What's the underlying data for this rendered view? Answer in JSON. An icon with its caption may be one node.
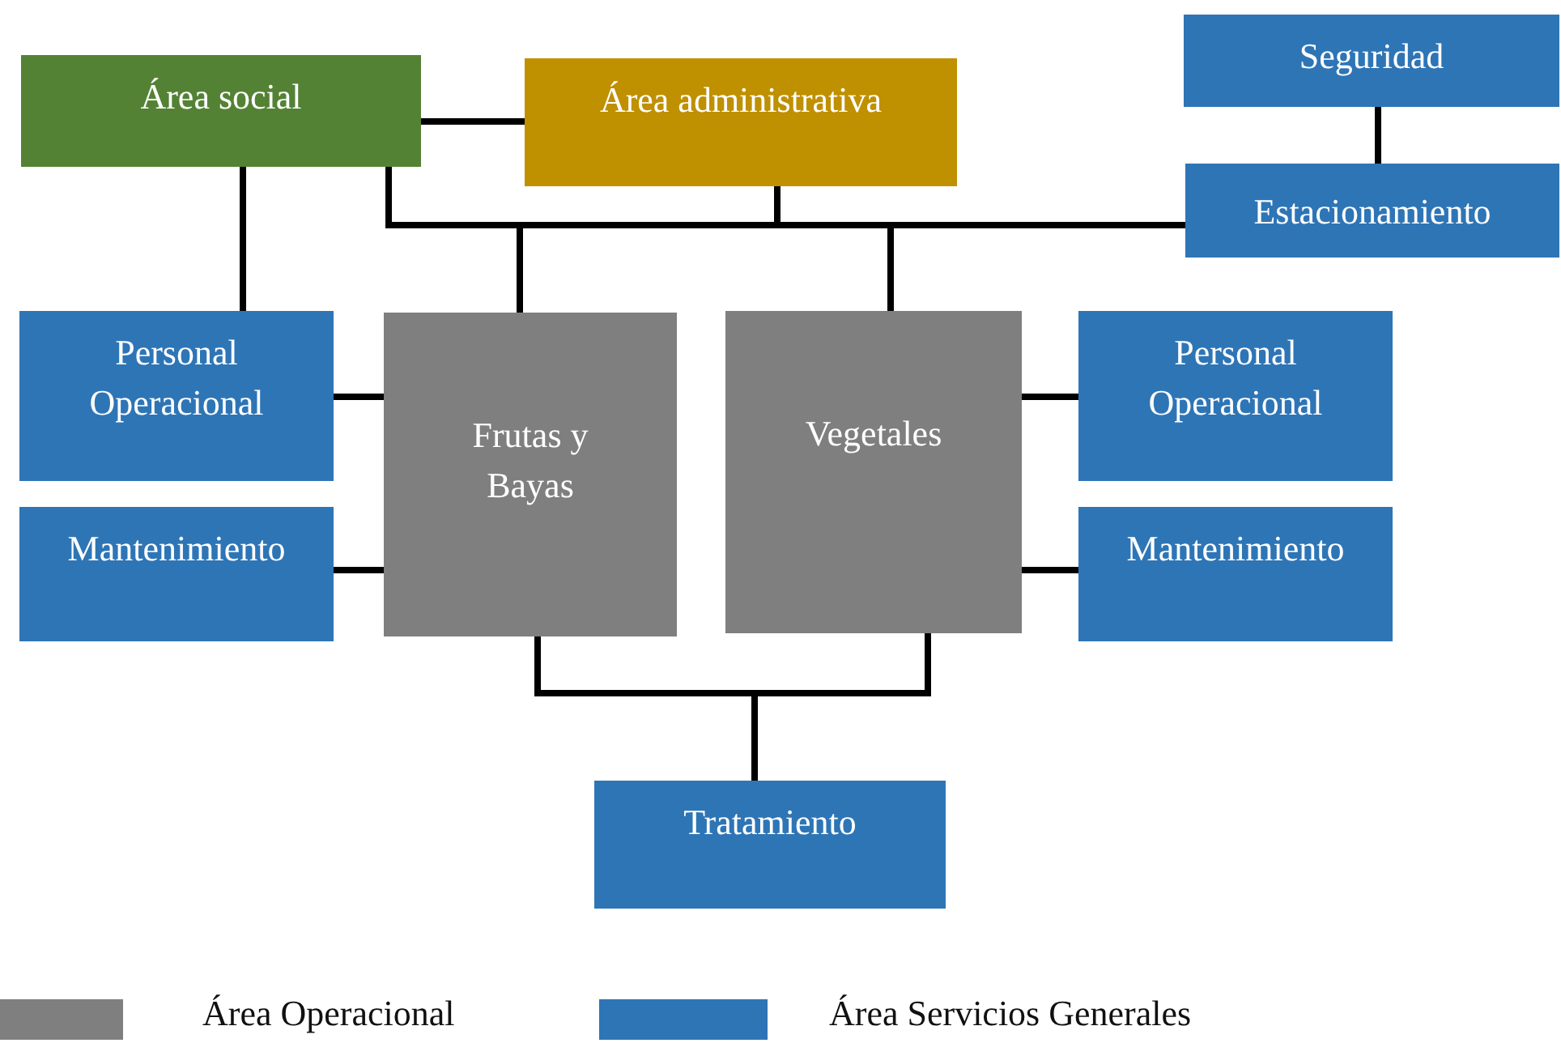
{
  "diagram": {
    "nodes": [
      {
        "text": [
          "Área social"
        ]
      },
      {
        "text": [
          "Área administrativa"
        ]
      },
      {
        "text": [
          "Seguridad"
        ]
      },
      {
        "text": [
          "Estacionamiento"
        ]
      },
      {
        "text": [
          "Personal Operacional"
        ]
      },
      {
        "text": [
          "Frutas y Bayas"
        ]
      },
      {
        "text": [
          "Vegetales"
        ]
      },
      {
        "text": [
          "Personal Operacional"
        ]
      },
      {
        "text": [
          "Mantenimiento"
        ]
      },
      {
        "text": [
          "Mantenimiento"
        ]
      },
      {
        "text": [
          "Tratamiento"
        ]
      }
    ],
    "edges": [
      {
        "from": 0,
        "to": 1,
        "arrow": "none"
      },
      {
        "from": 0,
        "to": 4,
        "arrow": "none"
      },
      {
        "from": 2,
        "to": 3,
        "arrow": "none"
      },
      {
        "from": 3,
        "to": 0,
        "arrow": "none"
      },
      {
        "from": 3,
        "to": 1,
        "arrow": "none"
      },
      {
        "from": 3,
        "to": 5,
        "arrow": "none"
      },
      {
        "from": 3,
        "to": 6,
        "arrow": "none"
      },
      {
        "from": 4,
        "to": 5,
        "arrow": "none"
      },
      {
        "from": 8,
        "to": 5,
        "arrow": "none"
      },
      {
        "from": 6,
        "to": 7,
        "arrow": "none"
      },
      {
        "from": 6,
        "to": 9,
        "arrow": "none"
      },
      {
        "from": 5,
        "to": 10,
        "arrow": "none"
      },
      {
        "from": 6,
        "to": 10,
        "arrow": "none"
      }
    ],
    "legend": [
      {
        "text": "Área Operacional",
        "color": "#7f7f7f"
      },
      {
        "text": "Área Servicios Generales",
        "color": "#2e75b6"
      }
    ]
  }
}
